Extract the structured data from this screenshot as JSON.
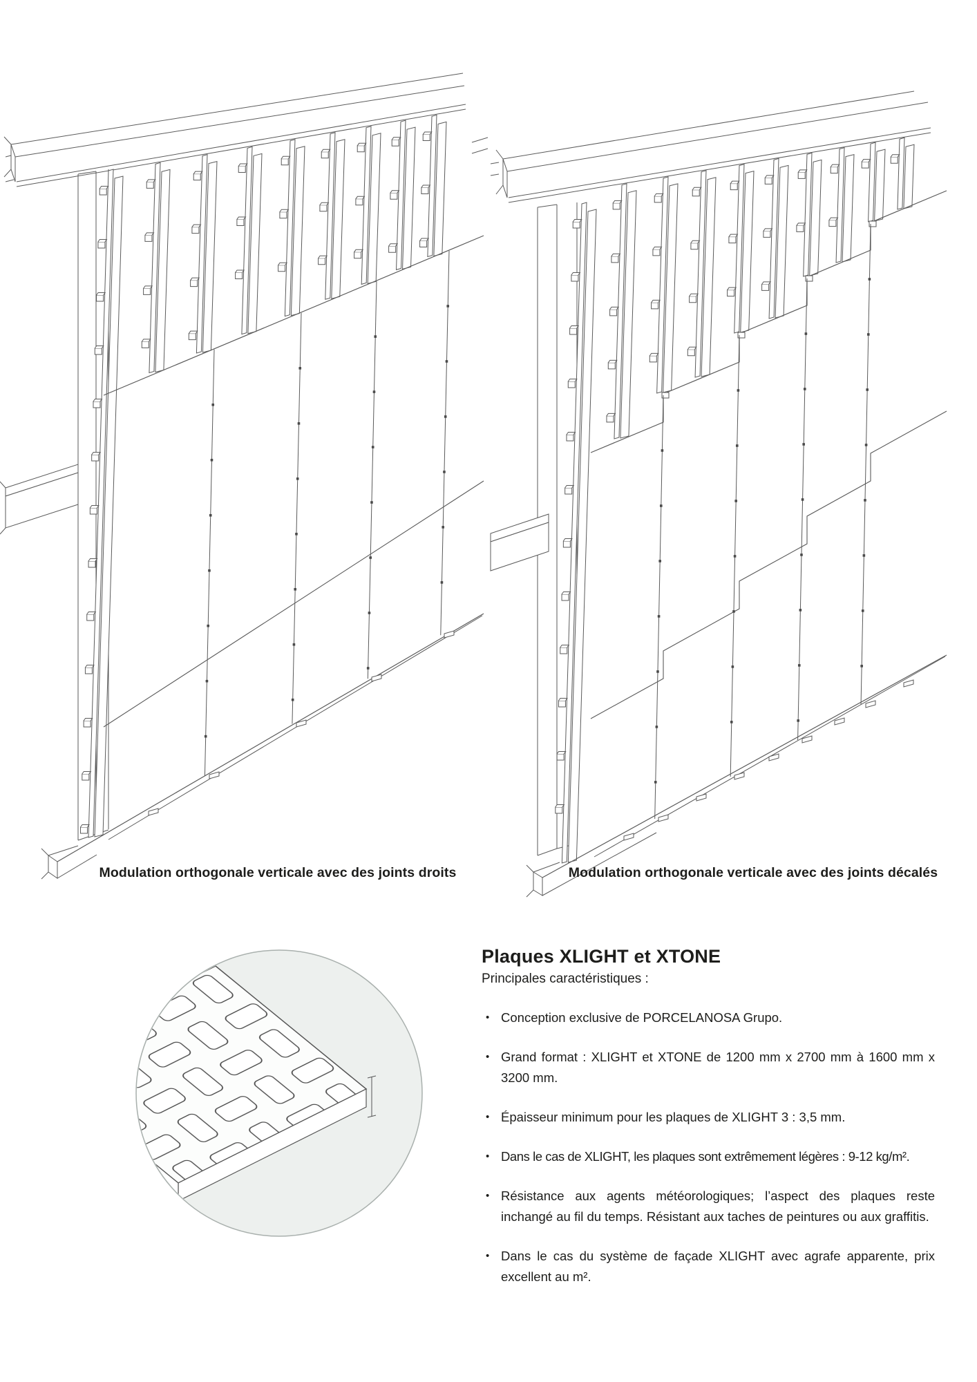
{
  "figures": {
    "left_diagram": {
      "caption": "Modulation orthogonale verticale avec des joints droits"
    },
    "right_diagram": {
      "caption": "Modulation orthogonale verticale avec des joints décalés"
    }
  },
  "content": {
    "heading": "Plaques XLIGHT et XTONE",
    "subheading": "Principales caractéristiques :",
    "bullet_glyph": "•",
    "bullets": [
      "Conception exclusive de PORCELANOSA Grupo.",
      "Grand format : XLIGHT et XTONE de 1200 mm x 2700 mm à 1600 mm x 3200 mm.",
      "Épaisseur minimum pour les plaques de XLIGHT 3 : 3,5 mm.",
      "Dans le cas de XLIGHT, les plaques sont extrêmement légères : 9-12 kg/m².",
      "Résistance aux agents météorologiques; l’aspect des plaques reste inchangé au fil du temps. Résistant aux taches de peintures ou aux graffitis.",
      "Dans le cas du système de façade XLIGHT avec agrafe apparente, prix excellent au m²."
    ]
  },
  "colors": {
    "text": "#1d1d1b",
    "line": "#5a5a5a",
    "circle_fill": "#edf0ee",
    "circle_border": "#a9b0ad"
  }
}
